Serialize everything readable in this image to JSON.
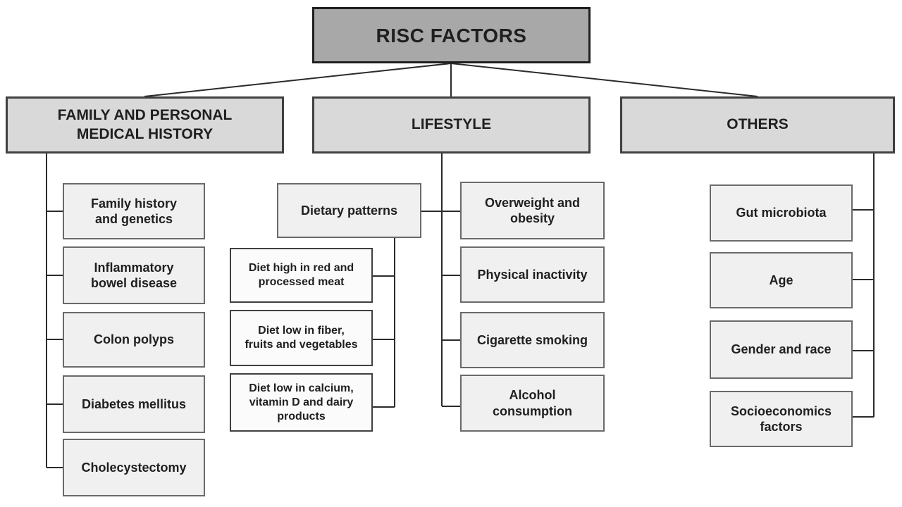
{
  "colors": {
    "root_fill": "#a8a8a8",
    "header_fill": "#d9d9d9",
    "child_fill": "#f0f0f0",
    "subchild_fill": "#fbfbfb",
    "border_dark": "#1f1f1f",
    "border_mid": "#404040",
    "border_child": "#6a6a6a",
    "connector_line": "#2b2b2b",
    "text": "#1f1f1f"
  },
  "diagram": {
    "root": "RISC FACTORS",
    "branches": [
      {
        "label": "FAMILY AND PERSONAL\nMEDICAL HISTORY",
        "children": [
          "Family history\nand genetics",
          "Inflammatory\nbowel disease",
          "Colon polyps",
          "Diabetes mellitus",
          "Cholecystectomy"
        ]
      },
      {
        "label": "LIFESTYLE",
        "children": [
          "Overweight and\nobesity",
          "Physical inactivity",
          "Cigarette smoking",
          "Alcohol\nconsumption"
        ],
        "subgroup": {
          "label": "Dietary patterns",
          "children": [
            "Diet high in red and\nprocessed meat",
            "Diet low in fiber,\nfruits and vegetables",
            "Diet low in calcium,\nvitamin D and dairy\nproducts"
          ]
        }
      },
      {
        "label": "OTHERS",
        "children": [
          "Gut microbiota",
          "Age",
          "Gender and race",
          "Socioeconomics\nfactors"
        ]
      }
    ]
  }
}
